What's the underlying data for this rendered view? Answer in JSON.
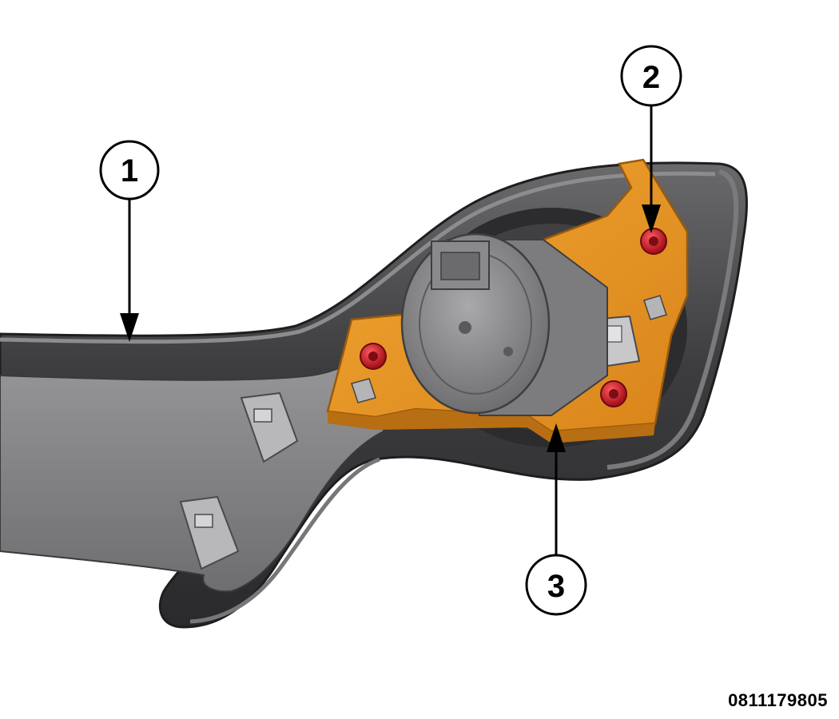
{
  "figure_id": "0811179805",
  "callouts": [
    {
      "number": "1",
      "part": "trim-bezel"
    },
    {
      "number": "2",
      "part": "screw"
    },
    {
      "number": "3",
      "part": "switch-bracket"
    }
  ],
  "colors": {
    "bezel": "#3c3c3e",
    "bezel_highlight": "#6a6a6c",
    "bracket": "#e7961f",
    "bracket_shadow": "#b86e12",
    "switch_body": "#8d8d8f",
    "screw": "#d4202a",
    "callout_stroke": "#000000"
  }
}
